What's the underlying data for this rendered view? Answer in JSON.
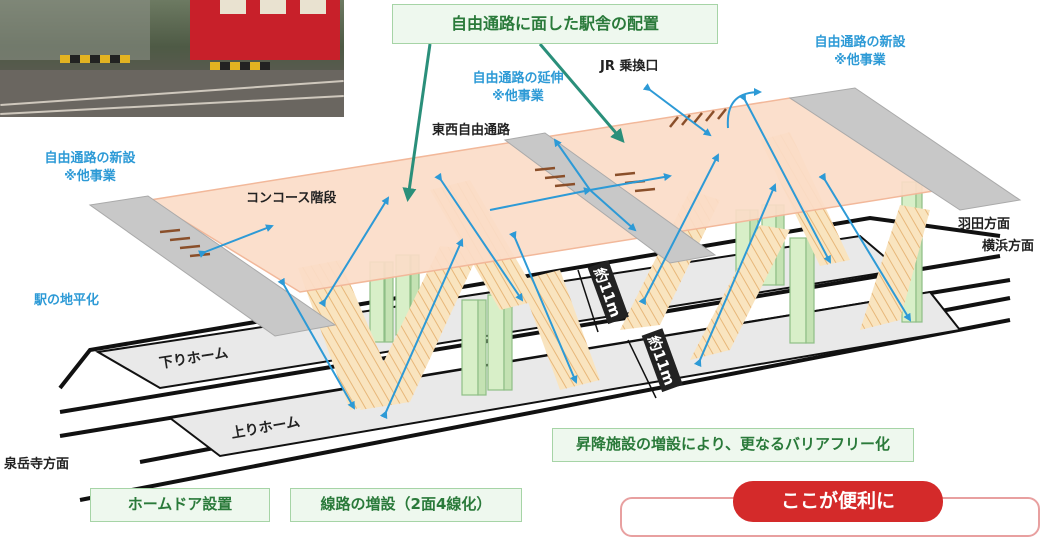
{
  "title_box": "自由通路に面した駅舎の配置",
  "labels": {
    "north_new_passage": "自由通路の新設",
    "north_new_passage_note": "※他事業",
    "extension": "自由通路の延伸",
    "extension_note": "※他事業",
    "jr_transfer": "JR 乗換口",
    "east_west_passage": "東西自由通路",
    "south_new_passage": "自由通路の新設",
    "south_new_passage_note": "※他事業",
    "concourse_stairs": "コンコース階段",
    "haneda": "羽田方面",
    "yokohama": "横浜方面",
    "ground_level": "駅の地平化",
    "down_platform": "下りホーム",
    "up_platform": "上りホーム",
    "sengakuji": "泉岳寺方面",
    "height_1": "約11m",
    "height_2": "約11m"
  },
  "boxes": {
    "barrier_free": "昇降施設の増設により、更なるバリアフリー化",
    "platform_doors": "ホームドア設置",
    "track_increase": "線路の増設（2面4線化）"
  },
  "highlight": "ここが便利に",
  "colors": {
    "concourse": "#fbdcc8",
    "passage": "#c8c8c8",
    "arrow_blue": "#2d9ad6",
    "arrow_green": "#2a8f7a",
    "stairs": "#f6d9a8",
    "pillar": "#d8efc8",
    "text_blue": "#2d9ad6",
    "green_box": "#2a7a3a",
    "red_pill": "#d42a2a"
  }
}
